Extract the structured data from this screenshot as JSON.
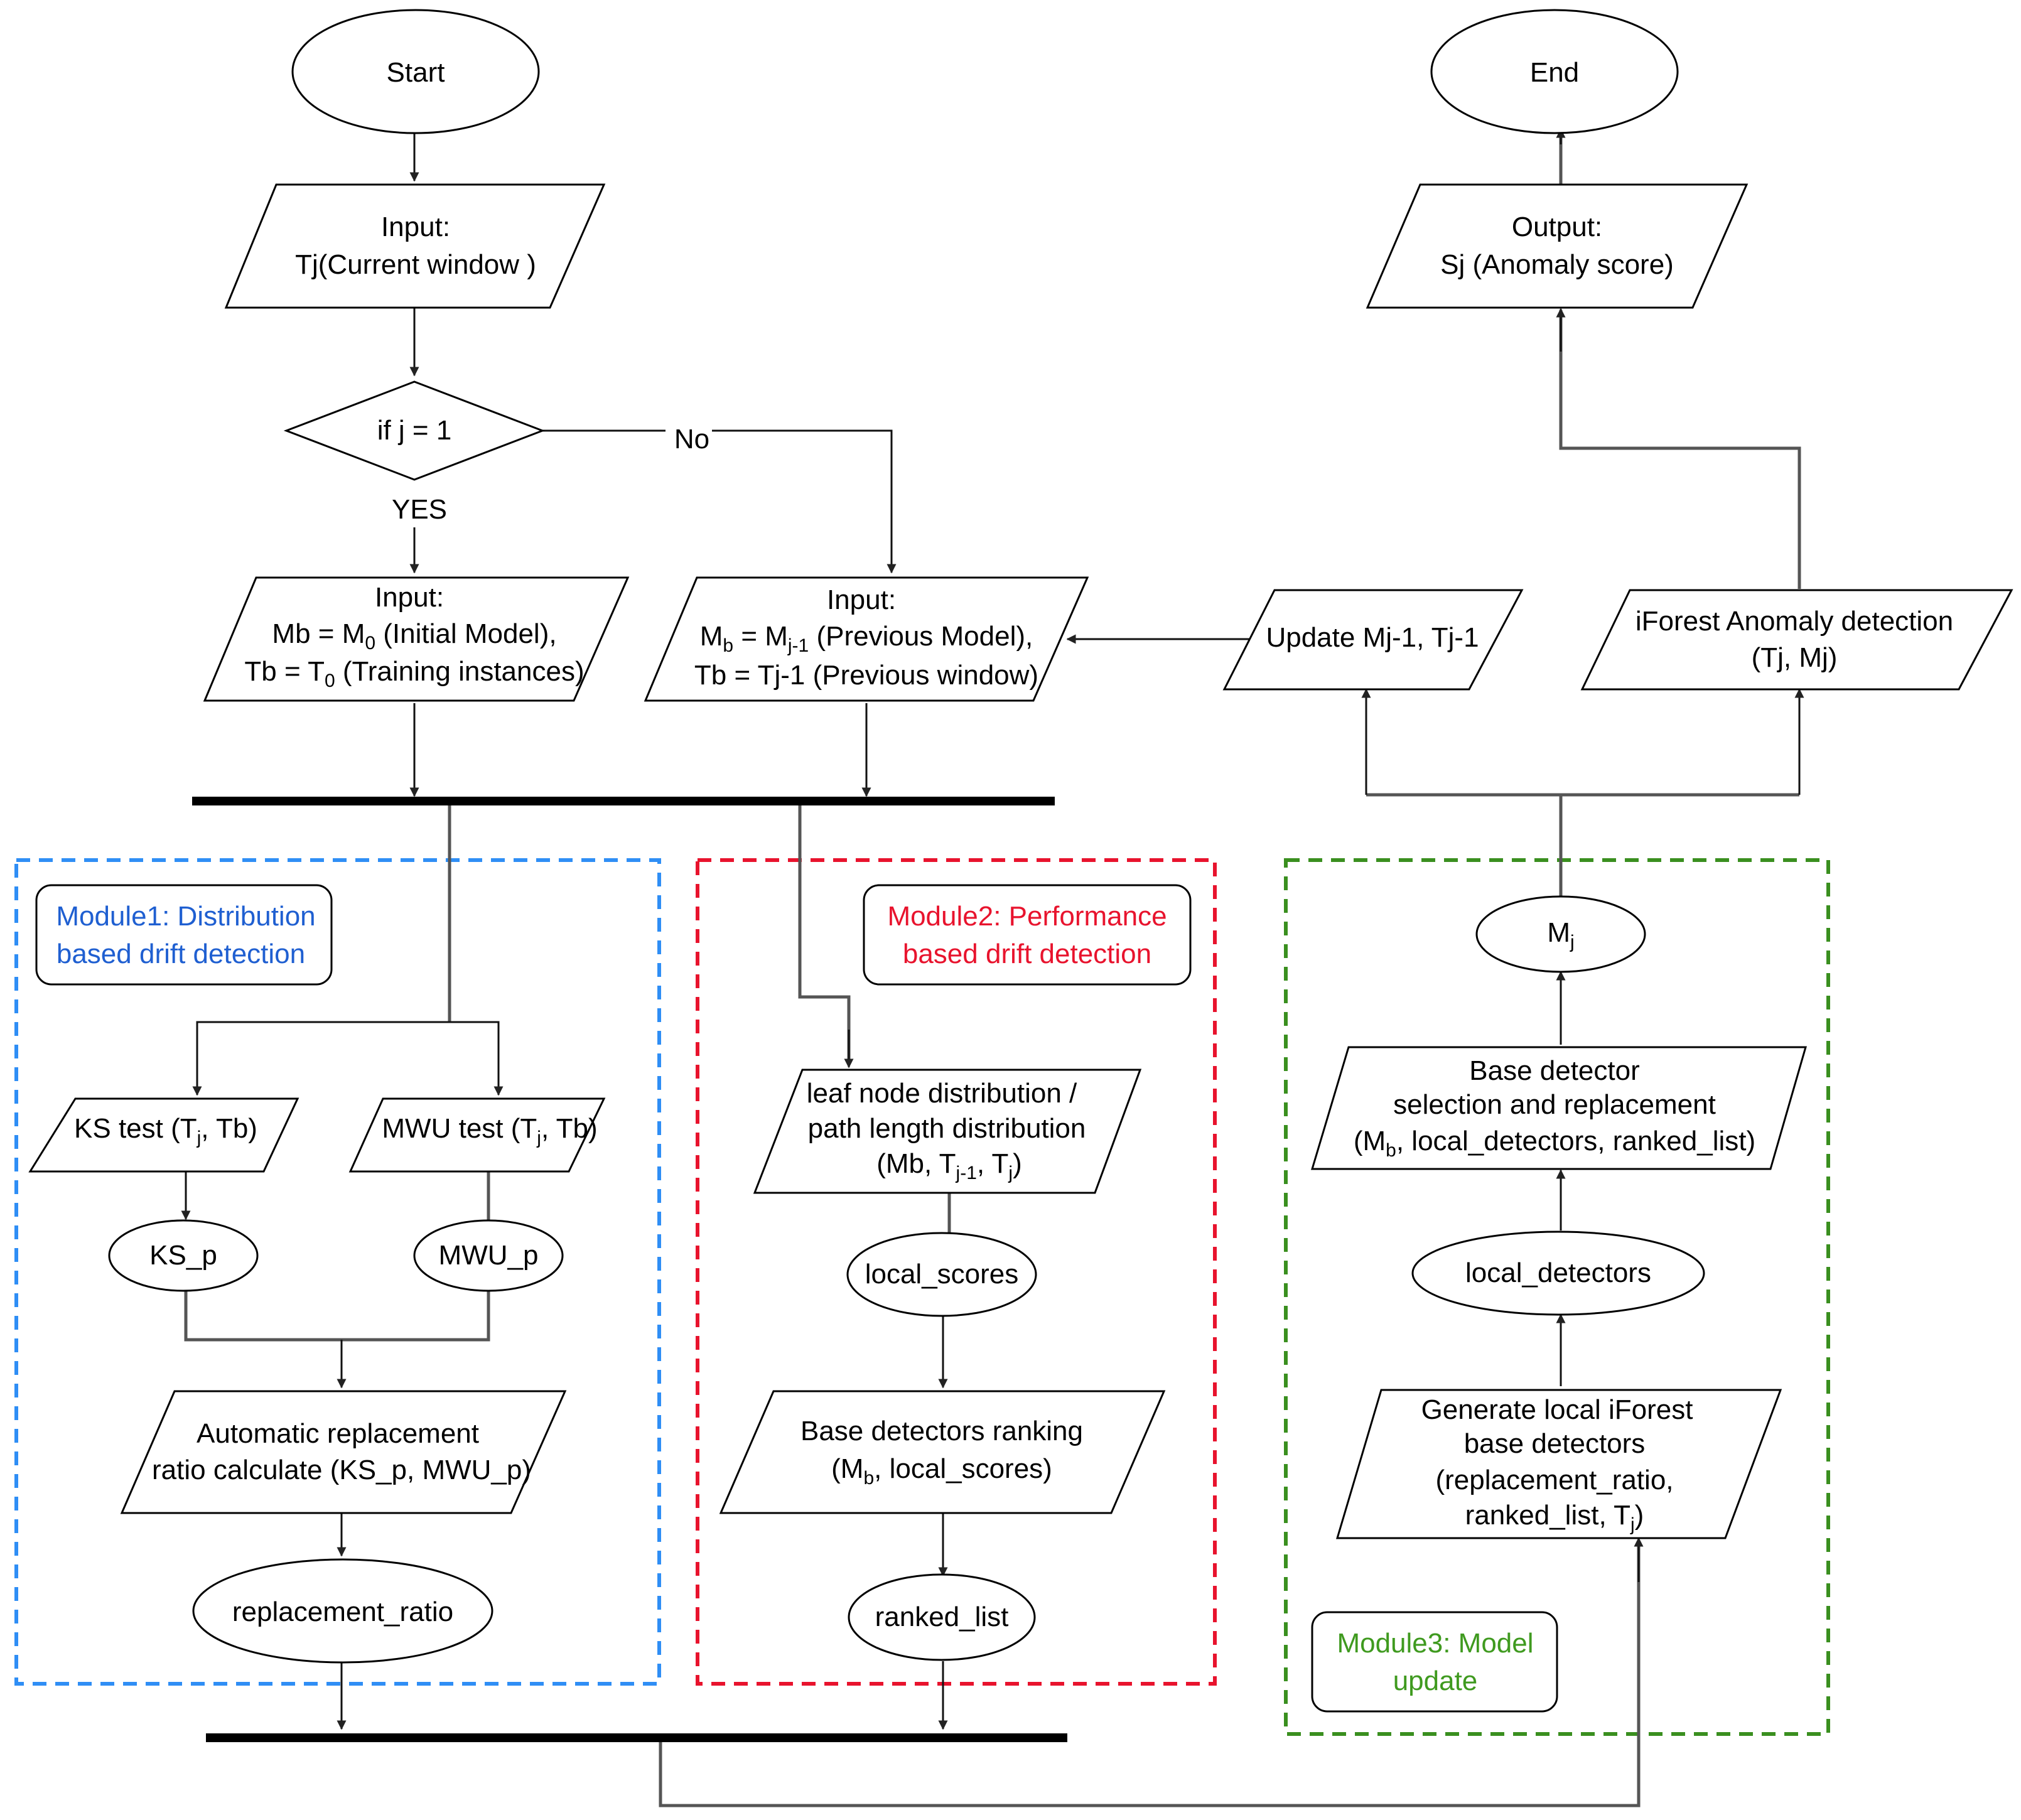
{
  "nodes": {
    "start": "Start",
    "end": "End",
    "input_current": {
      "line1": "Input:",
      "line2": "Tj(Current window )"
    },
    "output": {
      "line1": "Output:",
      "line2": "Sj (Anomaly score)"
    },
    "decision": "if j = 1",
    "yes_label": "YES",
    "no_label": "No",
    "input_initial": {
      "line1": "Input:",
      "line2a": "Mb =  M",
      "line2sub": "0",
      "line2b": " (Initial Model),",
      "line3a": "Tb = T",
      "line3sub": "0",
      "line3b": " (Training instances)"
    },
    "input_previous": {
      "line1": "Input:",
      "line2a": "M",
      "line2sub1": "b",
      "line2b": " = M",
      "line2sub2": "j-1",
      "line2c": " (Previous Model),",
      "line3": "Tb = Tj-1 (Previous window)"
    },
    "update": "Update Mj-1, Tj-1",
    "iforest": {
      "line1": "iForest Anomaly detection",
      "line2": "(Tj, Mj)"
    },
    "mj": {
      "main": "M",
      "sub": "j"
    },
    "ks_test": {
      "a": "KS test (T",
      "sub": "j",
      "b": ", Tb)"
    },
    "mwu_test": {
      "a": "MWU test (T",
      "sub": "j",
      "b": ", Tb)"
    },
    "ks_p": "KS_p",
    "mwu_p": "MWU_p",
    "auto_ratio": {
      "line1": "Automatic replacement",
      "line2": "ratio calculate (KS_p, MWU_p)"
    },
    "replacement_ratio": "replacement_ratio",
    "leaf_node": {
      "line1": "leaf node distribution /",
      "line2": "path length distribution",
      "line3a": "(Mb, T",
      "line3sub1": "j-1",
      "line3b": ", T",
      "line3sub2": "j",
      "line3c": ")"
    },
    "local_scores": "local_scores",
    "ranking": {
      "line1": "Base detectors ranking",
      "line2a": "(M",
      "line2sub": "b",
      "line2b": ", local_scores)"
    },
    "ranked_list": "ranked_list",
    "selection": {
      "line1": "Base detector",
      "line2": "selection and replacement",
      "line3a": "(M",
      "line3sub": "b",
      "line3b": ", local_detectors, ranked_list)"
    },
    "local_detectors": "local_detectors",
    "generate": {
      "line1": "Generate local iForest",
      "line2": "base detectors",
      "line3": "(replacement_ratio,",
      "line4a": "ranked_list,  T",
      "line4sub": "j",
      "line4b": ")"
    }
  },
  "modules": {
    "module1": {
      "line1": "Module1: Distribution",
      "line2": "based drift detection",
      "color": "#1f5fd1",
      "border_color": "#2f8ef5"
    },
    "module2": {
      "line1": "Module2: Performance",
      "line2": "based drift detection",
      "color": "#e8132d",
      "border_color": "#e8132d"
    },
    "module3": {
      "line1": "Module3: Model",
      "line2": "update",
      "color": "#3f9a1f",
      "border_color": "#3a8f1f"
    }
  }
}
